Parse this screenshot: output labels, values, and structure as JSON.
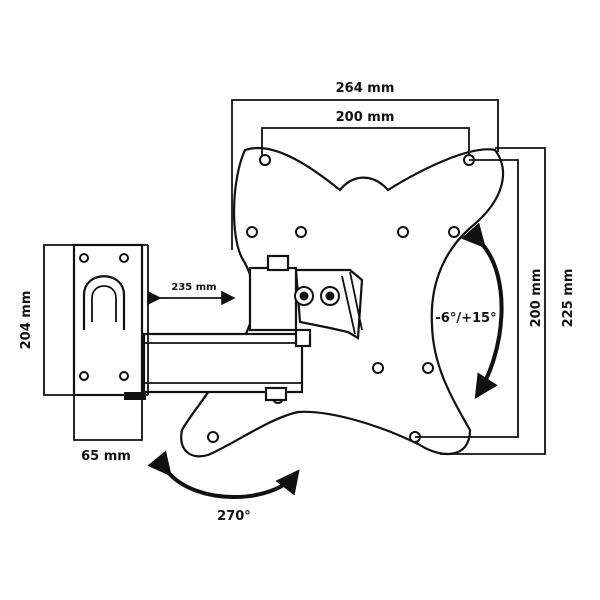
{
  "diagram": {
    "dimensions": {
      "plate_outer_width": "264 mm",
      "plate_hole_width": "200 mm",
      "plate_hole_height": "200 mm",
      "plate_outer_height": "225 mm",
      "wall_plate_height": "204 mm",
      "wall_plate_depth": "65 mm",
      "arm_extension": "235 mm"
    },
    "angles": {
      "tilt": "-6°/+15°",
      "swivel": "270°"
    }
  }
}
